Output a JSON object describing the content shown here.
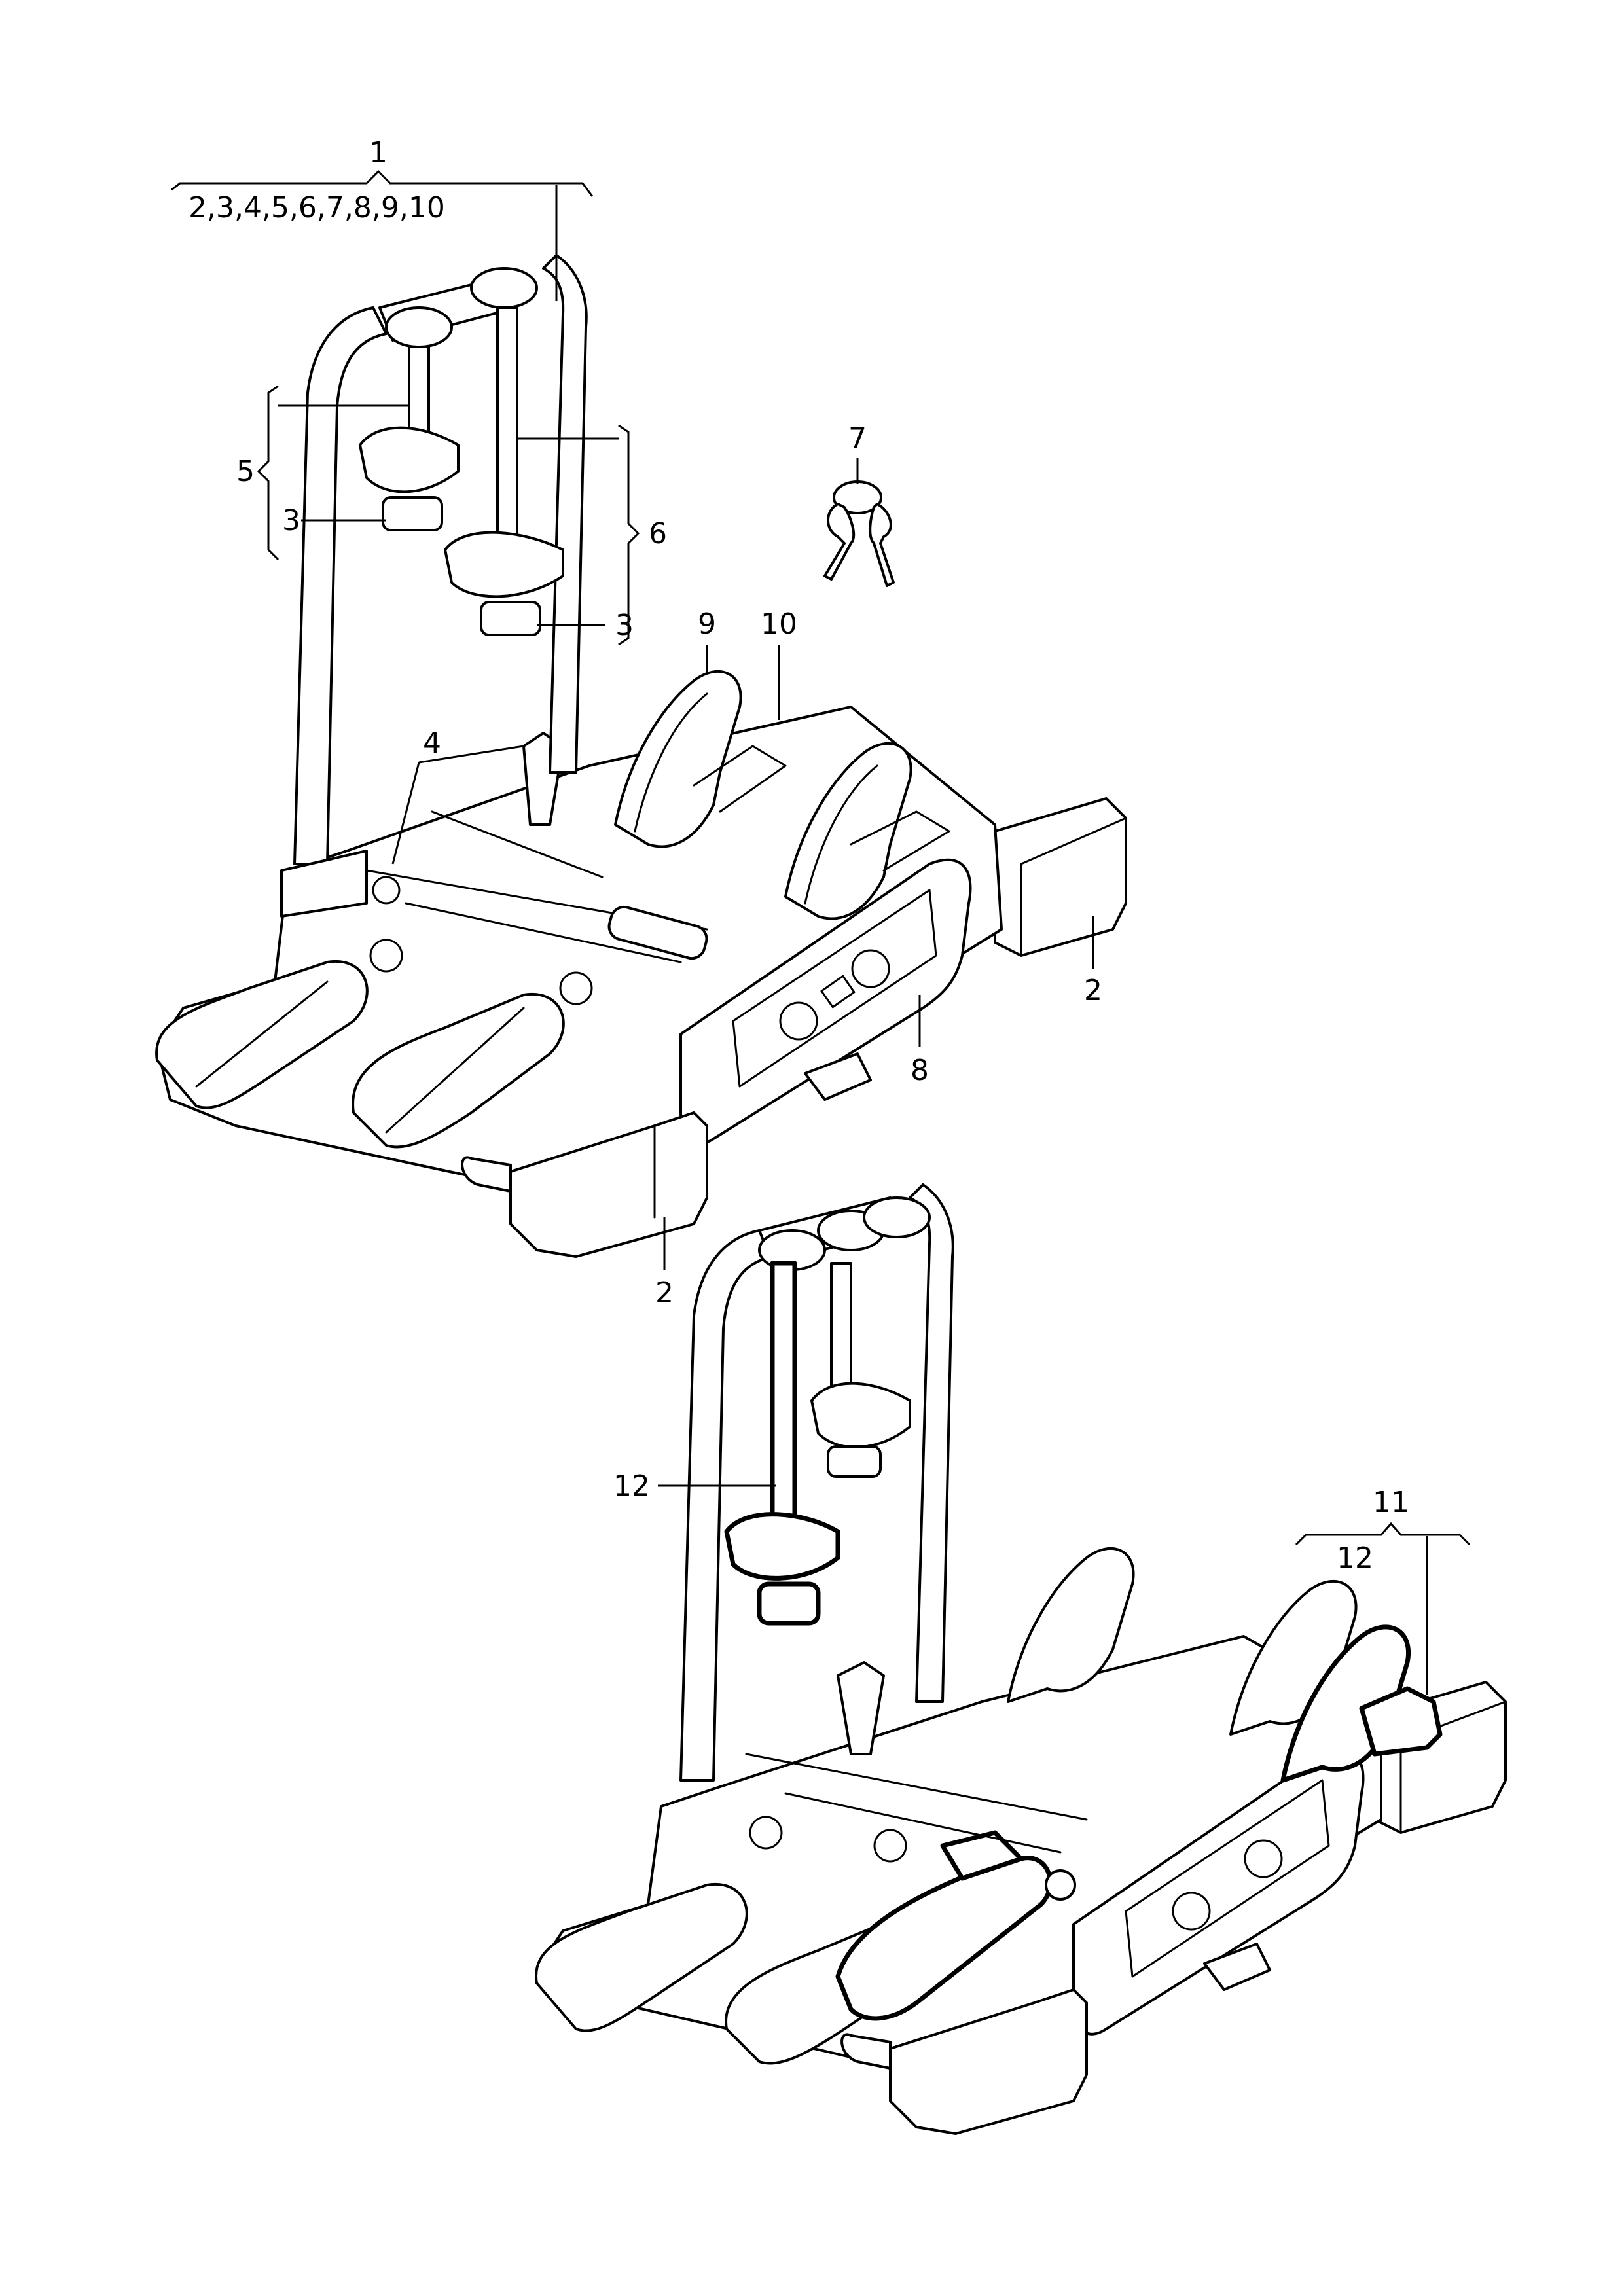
{
  "callouts": {
    "c1": "1",
    "c1_sub": "2,3,4,5,6,7,8,9,10",
    "c2a": "2",
    "c2b": "2",
    "c3a": "3",
    "c3b": "3",
    "c4": "4",
    "c5": "5",
    "c6": "6",
    "c7": "7",
    "c8": "8",
    "c9": "9",
    "c10": "10",
    "c11": "11",
    "c11_sub": "12",
    "c12": "12"
  }
}
